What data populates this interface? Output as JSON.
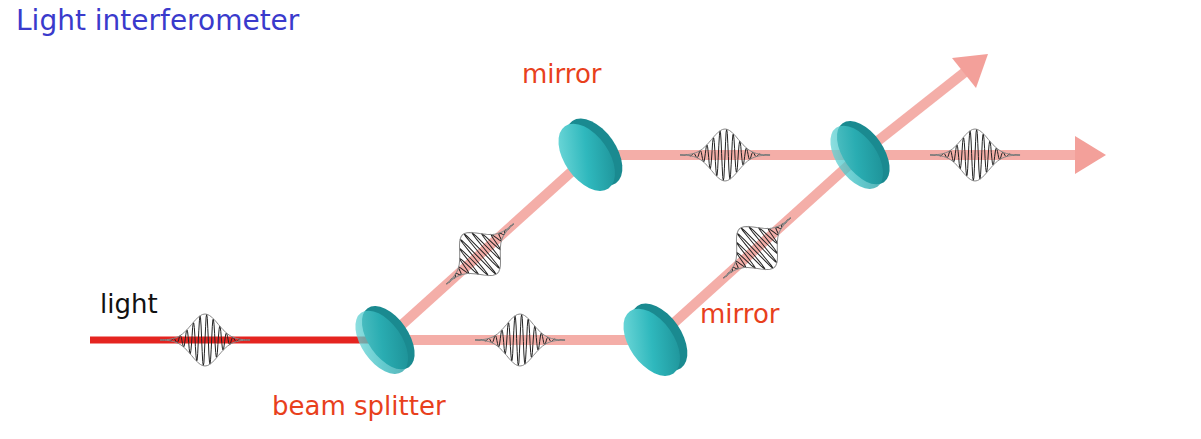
{
  "diagram": {
    "title": "Light interferometer",
    "labels": [
      "mirror",
      "mirror",
      "light",
      "beam splitter"
    ]
  }
}
